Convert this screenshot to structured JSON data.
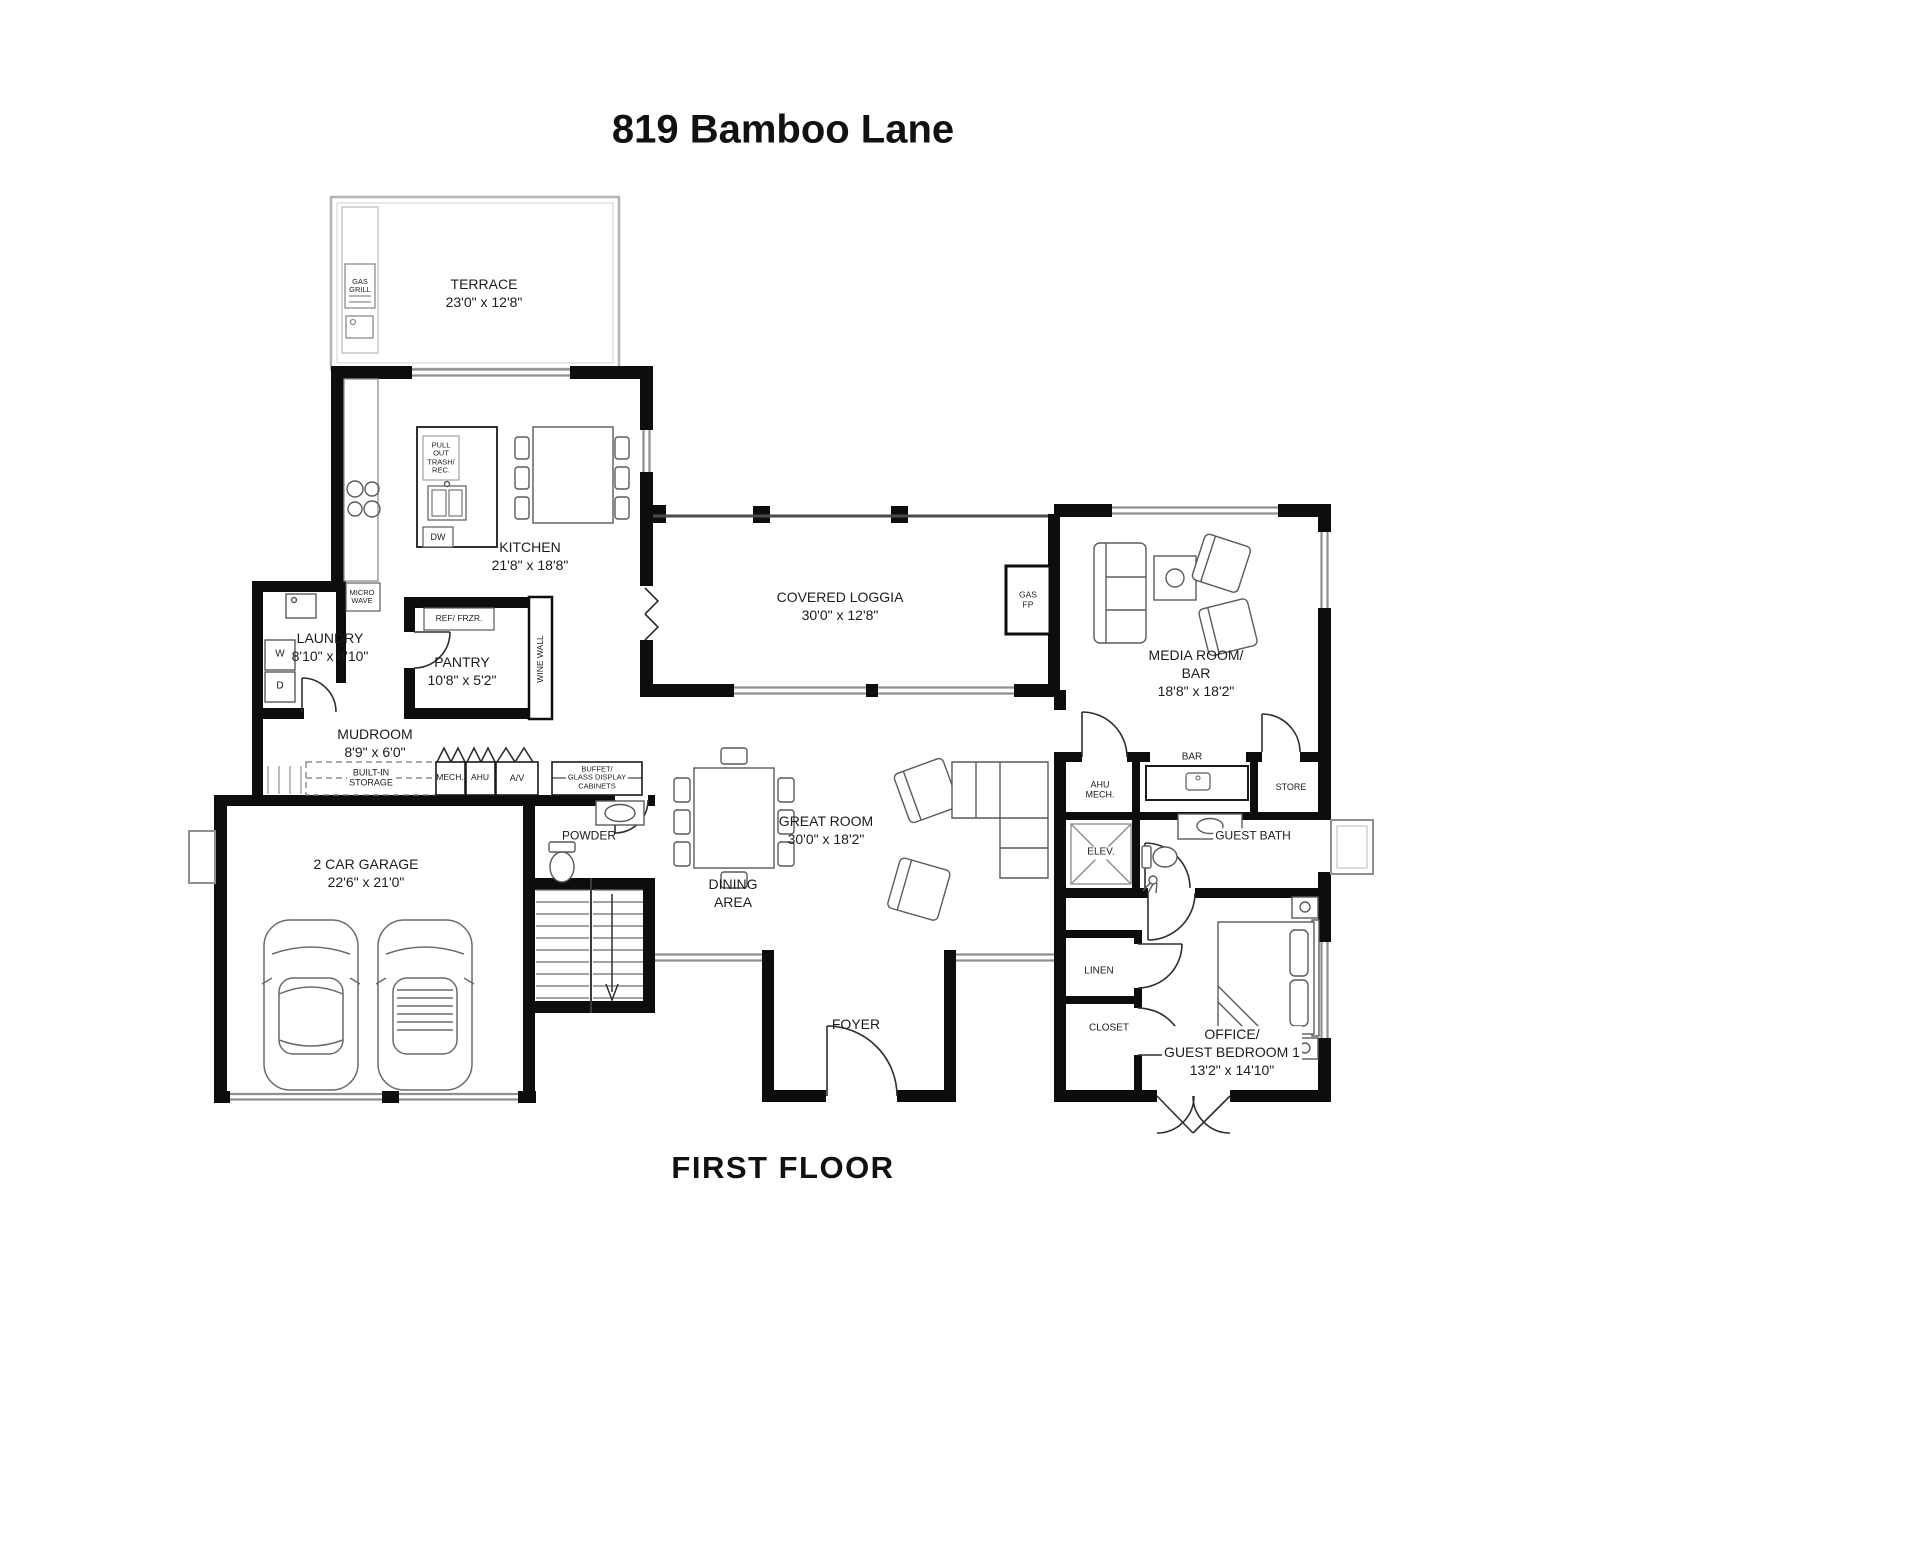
{
  "header": {
    "title": "819 Bamboo Lane"
  },
  "footer": {
    "floor_label": "FIRST FLOOR"
  },
  "rooms": {
    "terrace": {
      "lines": [
        "TERRACE",
        "23'0\" x 12'8\""
      ]
    },
    "kitchen": {
      "lines": [
        "KITCHEN",
        "21'8\" x 18'8\""
      ]
    },
    "covered_loggia": {
      "lines": [
        "COVERED LOGGIA",
        "30'0\" x 12'8\""
      ]
    },
    "media_room": {
      "lines": [
        "MEDIA ROOM/",
        "BAR",
        "18'8\" x 18'2\""
      ]
    },
    "laundry": {
      "lines": [
        "LAUNDRY",
        "8'10\" x 8'10\""
      ]
    },
    "pantry": {
      "lines": [
        "PANTRY",
        "10'8\" x 5'2\""
      ]
    },
    "mudroom": {
      "lines": [
        "MUDROOM",
        "8'9\" x 6'0\""
      ]
    },
    "built_in_storage": {
      "lines": [
        "BUILT-IN",
        "STORAGE"
      ]
    },
    "mech": {
      "lines": [
        "MECH."
      ]
    },
    "ahu": {
      "lines": [
        "AHU"
      ]
    },
    "av": {
      "lines": [
        "A/V"
      ]
    },
    "buffet": {
      "lines": [
        "BUFFET/",
        "GLASS DISPLAY",
        "CABINETS"
      ]
    },
    "powder": {
      "lines": [
        "POWDER"
      ]
    },
    "garage": {
      "lines": [
        "2 CAR GARAGE",
        "22'6\" x 21'0\""
      ]
    },
    "great_room": {
      "lines": [
        "GREAT ROOM",
        "30'0\" x 18'2\""
      ]
    },
    "dining_area": {
      "lines": [
        "DINING",
        "AREA"
      ]
    },
    "foyer": {
      "lines": [
        "FOYER"
      ]
    },
    "elevator": {
      "lines": [
        "ELEV."
      ]
    },
    "ahu_mech": {
      "lines": [
        "AHU",
        "MECH."
      ]
    },
    "bar": {
      "lines": [
        "BAR"
      ]
    },
    "store": {
      "lines": [
        "STORE"
      ]
    },
    "guest_bath": {
      "lines": [
        "GUEST BATH"
      ]
    },
    "linen": {
      "lines": [
        "LINEN"
      ]
    },
    "closet": {
      "lines": [
        "CLOSET"
      ]
    },
    "office_guest1": {
      "lines": [
        "OFFICE/",
        "GUEST BEDROOM 1",
        "13'2\" x 14'10\""
      ]
    }
  },
  "fixtures": {
    "gas_fp": {
      "lines": [
        "GAS",
        "FP"
      ]
    },
    "gas_grill": {
      "lines": [
        "GAS",
        "GRILL"
      ]
    },
    "ref_frzr": {
      "lines": [
        "REF/ FRZR."
      ]
    },
    "wine_wall": {
      "lines": [
        "WINE WALL"
      ]
    },
    "dw": {
      "lines": [
        "DW"
      ]
    },
    "microwave": {
      "lines": [
        "MICRO",
        "WAVE"
      ]
    },
    "trash": {
      "lines": [
        "PULL",
        "OUT",
        "TRASH/",
        "REC."
      ]
    },
    "washer": {
      "lines": [
        "W"
      ]
    },
    "dryer": {
      "lines": [
        "D"
      ]
    }
  }
}
